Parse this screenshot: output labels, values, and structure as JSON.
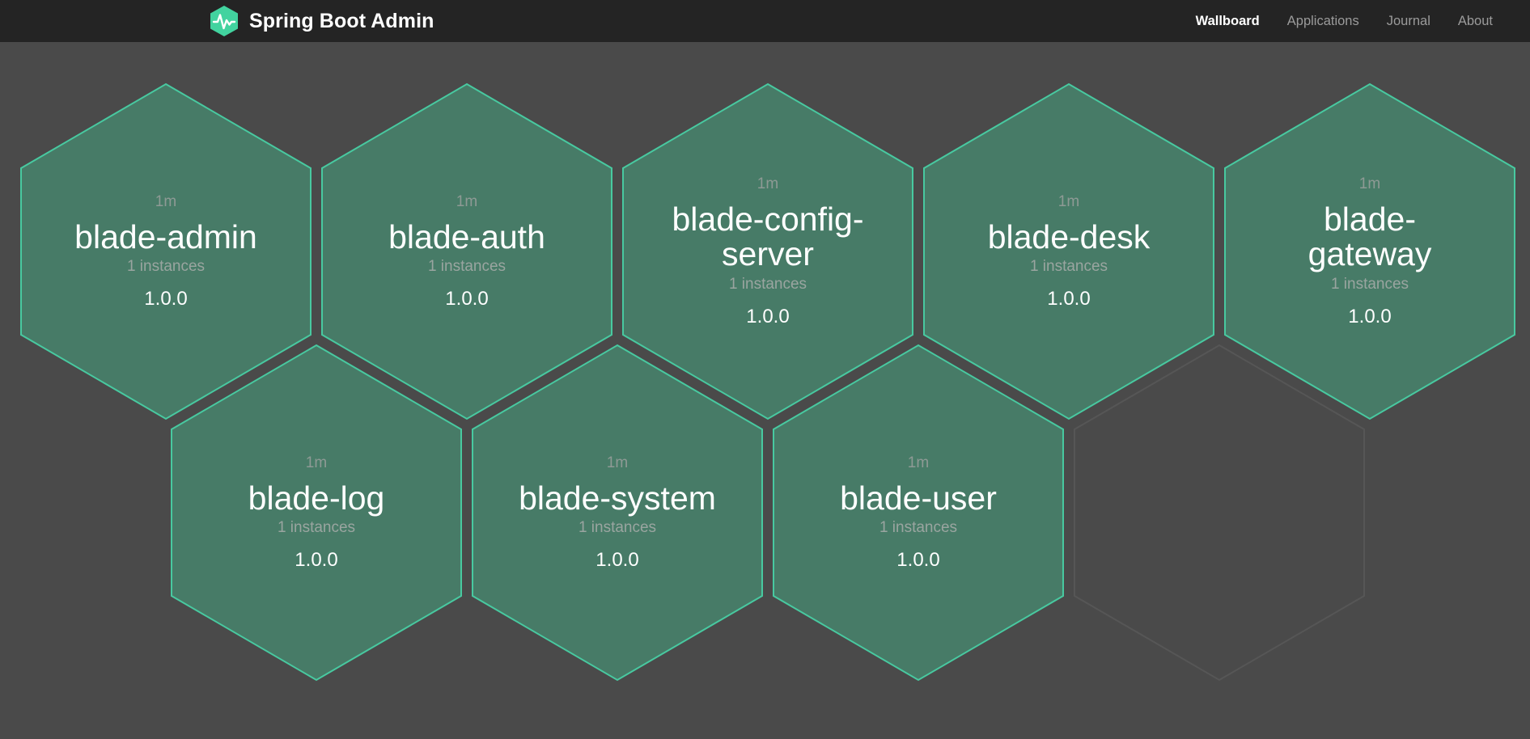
{
  "header": {
    "brand_title": "Spring Boot Admin",
    "logo_icon": "heartbeat-hexagon-icon",
    "logo_color": "#42d39f",
    "background": "#242424",
    "nav": [
      {
        "label": "Wallboard",
        "active": true
      },
      {
        "label": "Applications",
        "active": false
      },
      {
        "label": "Journal",
        "active": false
      },
      {
        "label": "About",
        "active": false
      }
    ]
  },
  "wallboard": {
    "background": "#4a4a4a",
    "hex_fill": "#477b67",
    "hex_border": "#48c9a0",
    "empty_hex_border": "#555555",
    "applications": [
      {
        "name": "blade-admin",
        "status": "1m",
        "instances": "1 instances",
        "version": "1.0.0"
      },
      {
        "name": "blade-auth",
        "status": "1m",
        "instances": "1 instances",
        "version": "1.0.0"
      },
      {
        "name": "blade-config-server",
        "status": "1m",
        "instances": "1 instances",
        "version": "1.0.0"
      },
      {
        "name": "blade-desk",
        "status": "1m",
        "instances": "1 instances",
        "version": "1.0.0"
      },
      {
        "name": "blade-gateway",
        "status": "1m",
        "instances": "1 instances",
        "version": "1.0.0"
      },
      {
        "name": "blade-log",
        "status": "1m",
        "instances": "1 instances",
        "version": "1.0.0"
      },
      {
        "name": "blade-system",
        "status": "1m",
        "instances": "1 instances",
        "version": "1.0.0"
      },
      {
        "name": "blade-user",
        "status": "1m",
        "instances": "1 instances",
        "version": "1.0.0"
      }
    ]
  }
}
